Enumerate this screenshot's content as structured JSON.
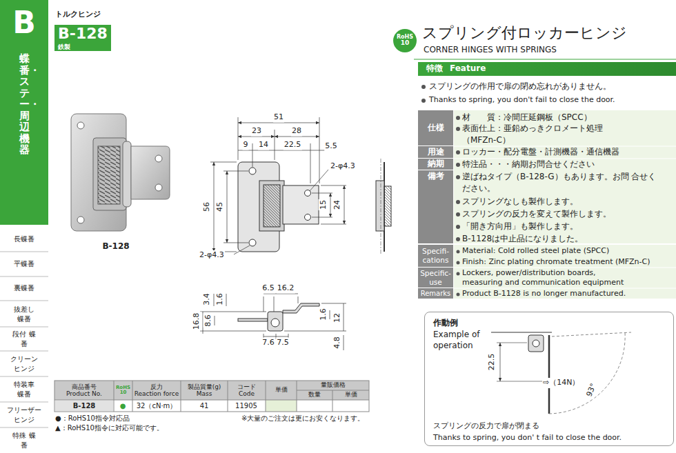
{
  "diagram": {
    "title": "スプリング付ロッカーヒンジ",
    "nodes": [
      {
        "text": [
          "B",
          "蝶番・ステー・周辺機器"
        ]
      },
      {
        "text": [
          "B-128",
          "鉄製"
        ]
      },
      {
        "text": [
          "RoHS",
          "10"
        ]
      },
      {
        "text": [
          "特徴",
          "Feature"
        ]
      },
      {
        "text": [
          "仕様"
        ]
      },
      {
        "text": [
          "用途"
        ]
      },
      {
        "text": [
          "納期"
        ]
      },
      {
        "text": [
          "備考"
        ]
      },
      {
        "text": [
          "Specifi- cations"
        ]
      },
      {
        "text": [
          "Specific- use"
        ]
      },
      {
        "text": [
          "Remarks"
        ]
      },
      {
        "text": [
          "作動例",
          "Example of operation",
          "スプリングの反力で扉が閉まる",
          "Thanks to spring, you don' t fail to close the door."
        ]
      },
      {
        "text": [
          "商品番号",
          "Product No."
        ]
      },
      {
        "text": [
          "RoHS",
          "10"
        ]
      },
      {
        "text": [
          "反力",
          "Reaction force"
        ]
      },
      {
        "text": [
          "製品質量(g)",
          "Mass"
        ]
      },
      {
        "text": [
          "コード",
          "Code"
        ]
      },
      {
        "text": [
          "単価"
        ]
      },
      {
        "text": [
          "量販価格"
        ]
      },
      {
        "text": [
          "数量"
        ]
      },
      {
        "text": [
          "単価"
        ]
      },
      {
        "text": [
          "B-128"
        ]
      }
    ],
    "labels": [
      "トルクヒンジ",
      "B-128",
      "CORNER HINGES WITH SPRINGS",
      "スプリングの作用で扉の閉め忘れがありません。",
      "Thanks to spring, you don't fail to close the door.",
      "材　　質：冷間圧延鋼板（SPCC）",
      "表面仕上：亜鉛めっきクロメート処理 （MFZn-C）",
      "ロッカー・配分電盤・計測機器・通信機器",
      "特注品・・・納期お問合せください",
      "逆ばねタイプ（B-128-G）もあります。お問 合せください。",
      "スプリングなしも製作します。",
      "スプリングの反力を変えて製作します。",
      "「開き方向用」も製作します。",
      "B-1128は中止品になりました。",
      "Material: Cold rolled steel plate (SPCC)",
      "Finish: Zinc plating chromate treatment (MFZn-C)",
      "Lockers, power/distribution boards, measuring and communication equipment",
      "Product B-1128 is no longer manufactured.",
      "長蝶番",
      "平蝶番",
      "裏蝶番",
      "抜差し 蝶番",
      "段付 蝶番",
      "クリーン ヒンジ",
      "特装車 蝶番",
      "フリーザー ヒンジ",
      "特殊 蝶番",
      "51",
      "23",
      "28",
      "9",
      "14",
      "22.5",
      "5.5",
      "2-φ4.3",
      "56",
      "45",
      "15",
      "24",
      "2-φ4.3",
      "6.5",
      "16.2",
      "3.4",
      "1.6",
      "16.8",
      "8.6",
      "1.6",
      "12",
      "7.6",
      "7.5",
      "4.8",
      "22.5",
      "⇨（14N）",
      "93°",
      "●",
      "32（cN·m）",
      "41",
      "11905",
      "●：RoHS10指令対応品",
      "▲：RoHS10指令に対応可能です。",
      "※大量のご注文は更にお安くなります。"
    ]
  }
}
